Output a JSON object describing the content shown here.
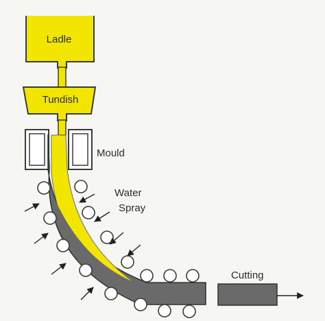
{
  "labels": {
    "ladle": "Ladle",
    "tundish": "Tundish",
    "mould": "Mould",
    "water_line1": "Water",
    "water_line2": "Spray",
    "cutting": "Cutting"
  },
  "colors": {
    "molten_steel": "#f2e600",
    "solid_steel": "#6a6a6a",
    "outline": "#3a3a3a",
    "background": "#f6f6f2"
  }
}
